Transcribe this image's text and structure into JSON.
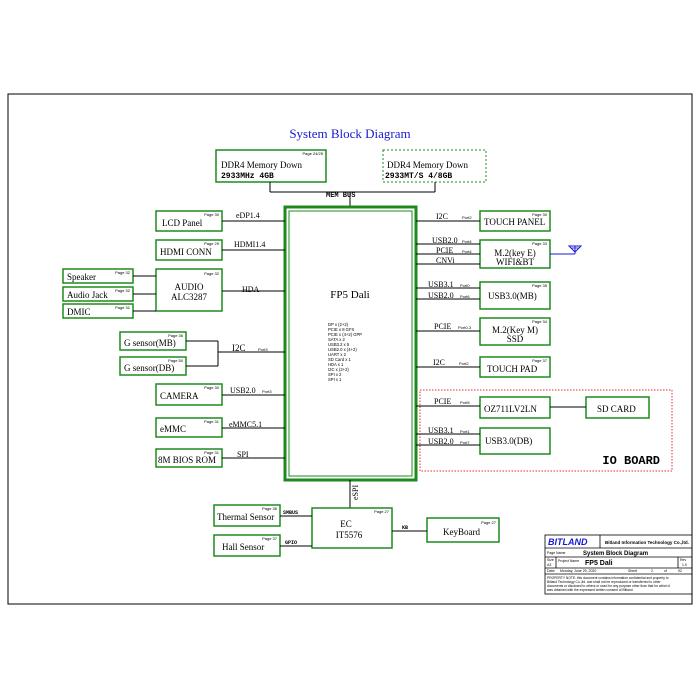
{
  "title": "System Block Diagram",
  "page_tag": "Page",
  "cpu": {
    "name": "FP5 Dali",
    "specs": [
      "DP x (2+2)",
      "PCIE x 8 GFX",
      "PCIE x (4+2) GPP",
      "SATA x 2",
      "USB3.2 x 5",
      "USB2.0 x (4+2)",
      "UART x 2",
      "SD Card x 1",
      "HDA x 1",
      "I2C x (2+2)",
      "SPI x 2",
      "SPI x 1"
    ]
  },
  "memory": [
    {
      "title": "DDR4 Memory Down",
      "detail": "2933MHz  4GB",
      "page": "24/25"
    },
    {
      "title": "DDR4 Memory Down",
      "detail": "2933MT/S   4/8GB",
      "page": ""
    }
  ],
  "mem_bus": "MEM BUS",
  "left_blocks": {
    "lcd": {
      "label": "LCD Panel",
      "page": "30",
      "bus": "eDP1.4"
    },
    "hdmi": {
      "label": "HDMI CONN",
      "page": "29",
      "bus": "HDMI1.4"
    },
    "audio": {
      "label1": "AUDIO",
      "label2": "ALC3287",
      "page": "32",
      "bus": "HDA"
    },
    "speaker": {
      "label": "Speaker",
      "page": "32"
    },
    "jack": {
      "label": "Audio Jack",
      "page": "32"
    },
    "dmic": {
      "label": "DMIC",
      "page": "31"
    },
    "gsensor_mb": {
      "label": "G sensor(MB)",
      "page": "36"
    },
    "gsensor_db": {
      "label": "G sensor(DB)",
      "page": "50"
    },
    "i2c": {
      "bus": "I2C",
      "port": "Port3"
    },
    "camera": {
      "label": "CAMERA",
      "page": "30",
      "bus": "USB2.0",
      "port": "Port3"
    },
    "emmc": {
      "label": "eMMC",
      "page": "31",
      "bus": "eMMC5.1"
    },
    "bios": {
      "label": "8M BIOS ROM",
      "page": "31",
      "bus": "SPI"
    }
  },
  "right_blocks": {
    "touch_panel": {
      "label": "TOUCH PANEL",
      "page": "30",
      "bus": "I2C",
      "port": "Port2"
    },
    "wifi": {
      "label1": "M.2(key E)",
      "label2": "WIFI&BT",
      "page": "33",
      "bus1": "USB2.0",
      "port1": "Port4",
      "bus2": "PCIE",
      "port2": "Port4",
      "bus3": "CNVi"
    },
    "usb30_mb": {
      "label": "USB3.0(MB)",
      "page": "35",
      "bus1": "USB3.1",
      "port1": "Port0",
      "bus2": "USB2.0",
      "port2": "Port6"
    },
    "ssd": {
      "label1": "M.2(Key M)",
      "label2": "SSD",
      "page": "34",
      "bus": "PCIE",
      "port": "Port0-3"
    },
    "touch_pad": {
      "label": "TOUCH PAD",
      "page": "37",
      "bus": "I2C",
      "port": "Port2"
    }
  },
  "io_board": {
    "label": "IO BOARD",
    "cardreader": {
      "label": "OZ711LV2LN",
      "bus": "PCIE",
      "port": "Port5"
    },
    "sdcard": {
      "label": "SD CARD"
    },
    "usb30_db": {
      "label": "USB3.0(DB)",
      "bus1": "USB3.1",
      "port1": "Port1",
      "bus2": "USB2.0",
      "port2": "Port7"
    }
  },
  "espi": "eSPI",
  "ec": {
    "label1": "EC",
    "label2": "IT5576",
    "page": "27"
  },
  "thermal": {
    "label": "Thermal Sensor",
    "page": "36",
    "bus": "SMBUS"
  },
  "hall": {
    "label": "Hall Sensor",
    "page": "37",
    "bus": "GPIO"
  },
  "keyboard": {
    "label": "KeyBoard",
    "page": "27",
    "bus": "KB"
  },
  "title_block": {
    "logo": "BITLAND",
    "company": "Bitland Information Technology Co.,ltd.",
    "page_name_label": "Page Name",
    "page_name": "System Block Diagram",
    "size_label": "Size",
    "size": "A3",
    "project_label": "Project Name",
    "project": "FP5 Dali",
    "rev_label": "Rev",
    "rev": "1.0",
    "date_label": "Date:",
    "date": "Monday, June 29, 2020",
    "sheet_label": "Sheet",
    "sheet": "2",
    "of_label": "of",
    "sheets": "92",
    "notice": [
      "PROPERTY NOTE: this document contains information confidential and property to",
      "Bitland Technology Co.,ltd. and shall not be reproduced or transferred to other",
      "documents or disclosed to others or used for any purpose other than that for which it",
      "was obtained with the expressed written consent of Bitland"
    ]
  },
  "colors": {
    "box": "#1e8a1e",
    "title": "#1a1ad0",
    "io_border": "#e03030",
    "antenna": "#1a1ad0"
  }
}
